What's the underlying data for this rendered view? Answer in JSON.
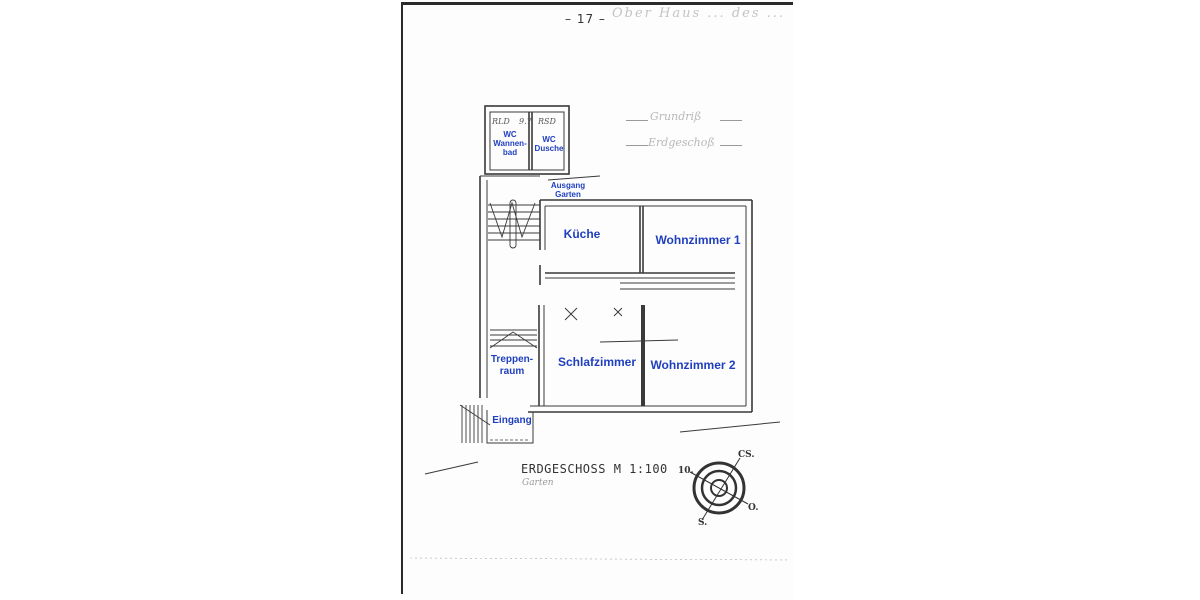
{
  "document": {
    "page_number": "– 17 –",
    "header_faint_text": "Ober Haus ... des ...",
    "legend_faint": [
      "Grundriß",
      "Erdgeschoß"
    ]
  },
  "plan": {
    "title": "ERDGESCHOSS  M 1:100",
    "subtitle": "Garten",
    "label_color": "#1f3fbf",
    "line_color": "#3a3a3a",
    "rooms": [
      {
        "id": "wc-wannenbad",
        "label": "WC\nWannen-\nbad"
      },
      {
        "id": "wc-dusche",
        "label": "WC\nDusche"
      },
      {
        "id": "ausgang-garten",
        "label": "Ausgang\nGarten"
      },
      {
        "id": "kueche",
        "label": "Küche"
      },
      {
        "id": "wohnzimmer-1",
        "label": "Wohnzimmer 1"
      },
      {
        "id": "treppenraum",
        "label": "Treppen-\nraum"
      },
      {
        "id": "schlafzimmer",
        "label": "Schlafzimmer"
      },
      {
        "id": "wohnzimmer-2",
        "label": "Wohnzimmer 2"
      },
      {
        "id": "eingang",
        "label": "Eingang"
      }
    ],
    "handwritten_marks": [
      "RLD",
      "9.7",
      "RSD"
    ]
  },
  "compass": {
    "labels": {
      "nw": "10.",
      "ne": "CS.",
      "se": "O.",
      "s": "S."
    }
  }
}
